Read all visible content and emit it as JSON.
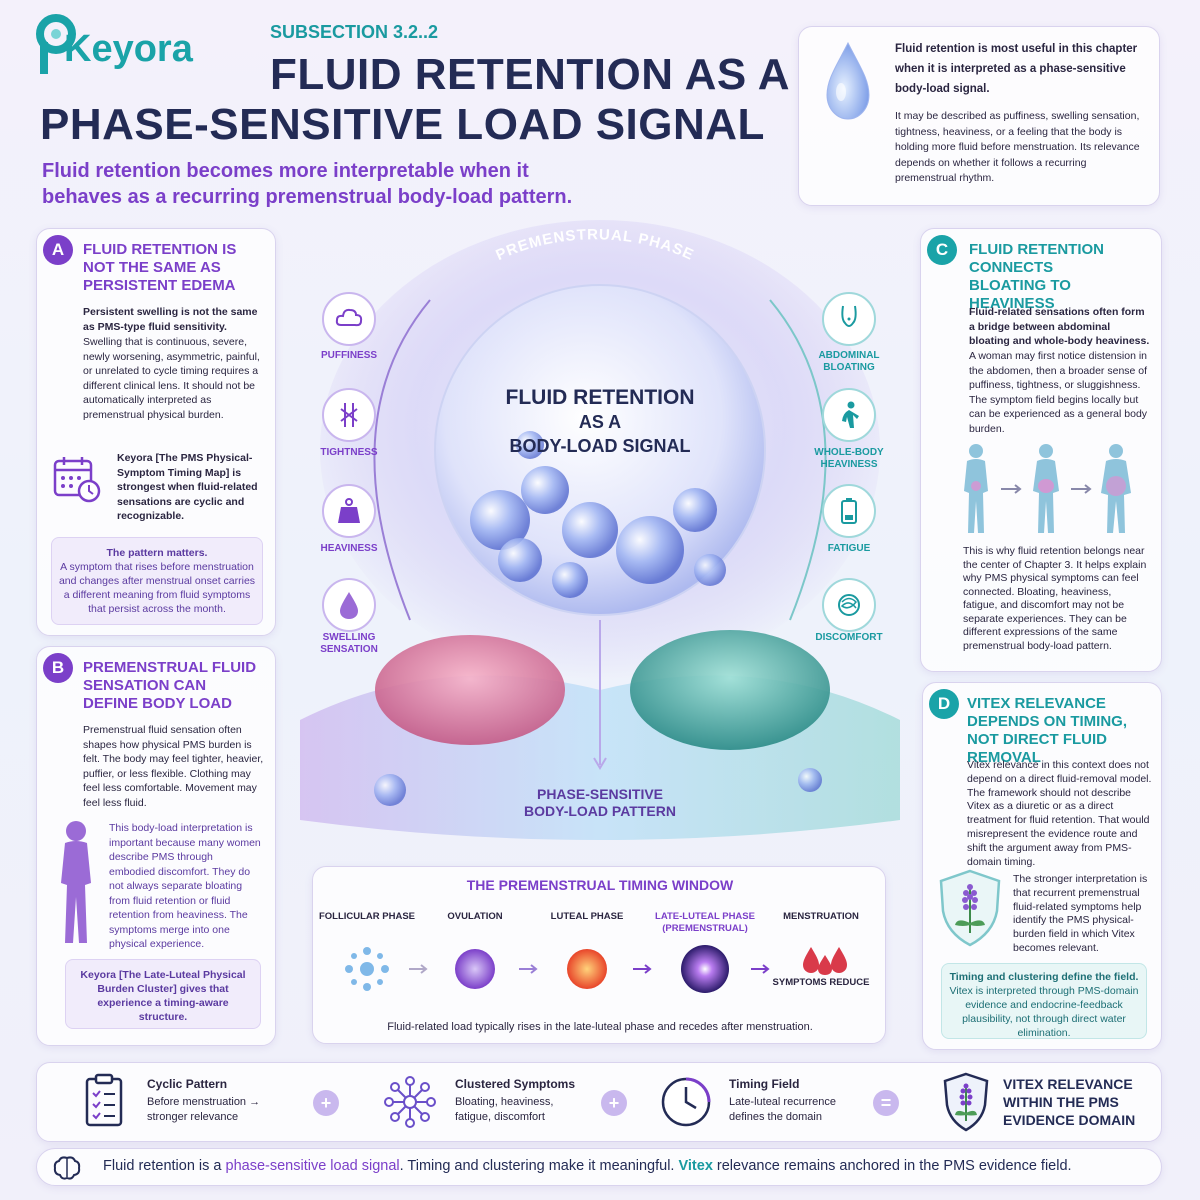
{
  "brand": {
    "name": "Keyora"
  },
  "header": {
    "subsection": "SUBSECTION 3.2..2",
    "title_line1": "FLUID RETENTION AS A",
    "title_line2": "PHASE-SENSITIVE LOAD SIGNAL",
    "subtitle_line1": "Fluid retention becomes more interpretable when it",
    "subtitle_line2": "behaves as a recurring premenstrual body-load pattern."
  },
  "intro": {
    "lead": "Fluid retention is most useful in this chapter when it is interpreted as a phase-sensitive body-load signal.",
    "text": "It may be described as puffiness, swelling sensation, tightness, heaviness, or a feeling that the body is holding more fluid before menstruation. Its relevance depends on whether it follows a recurring premenstrual rhythm."
  },
  "section_a": {
    "letter": "A",
    "title": "FLUID RETENTION IS NOT THE SAME AS PERSISTENT EDEMA",
    "lead": "Persistent swelling is not the same as PMS-type fluid sensitivity.",
    "text": "Swelling that is continuous, severe, newly worsening, asymmetric, painful, or unrelated to cycle timing requires a different clinical lens. It should not be automatically interpreted as premenstrual physical burden.",
    "map_text": "Keyora [The PMS Physical-Symptom Timing Map] is strongest when fluid-related sensations are cyclic and recognizable.",
    "note_lead": "The pattern matters.",
    "note_text": "A symptom that rises before menstruation and changes after menstrual onset carries a different meaning from fluid symptoms that persist across the month."
  },
  "section_b": {
    "letter": "B",
    "title": "PREMENSTRUAL FLUID SENSATION CAN DEFINE BODY LOAD",
    "text": "Premenstrual fluid sensation often shapes how physical PMS burden is felt. The body may feel tighter, heavier, puffier, or less flexible. Clothing may feel less comfortable. Movement may feel less fluid.",
    "body_text": "This body-load interpretation is important because many women describe PMS through embodied discomfort. They do not always separate bloating from fluid retention or fluid retention from heaviness. The symptoms merge into one physical experience.",
    "note_text": "Keyora [The Late-Luteal Physical Burden Cluster] gives that experience a timing-aware structure."
  },
  "section_c": {
    "letter": "C",
    "title": "FLUID RETENTION CONNECTS BLOATING TO HEAVINESS",
    "lead": "Fluid-related sensations often form a bridge between abdominal bloating and whole-body heaviness.",
    "text": "A woman may first notice distension in the abdomen, then a broader sense of puffiness, tightness, or sluggishness. The symptom field begins locally but can be experienced as a general body burden.",
    "text2": "This is why fluid retention belongs near the center of Chapter 3. It helps explain why PMS physical symptoms can feel connected. Bloating, heaviness, fatigue, and discomfort may not be separate experiences. They can be different expressions of the same premenstrual body-load pattern."
  },
  "section_d": {
    "letter": "D",
    "title": "VITEX RELEVANCE DEPENDS ON TIMING, NOT DIRECT FLUID REMOVAL",
    "text": "Vitex relevance in this context does not depend on a direct fluid-removal model. The framework should not describe Vitex as a diuretic or as a direct treatment for fluid retention. That would misrepresent the evidence route and shift the argument away from PMS-domain timing.",
    "text2": "The stronger interpretation is that recurrent premenstrual fluid-related symptoms help identify the PMS physical-burden field in which Vitex becomes relevant.",
    "note_lead": "Timing and clustering define the field.",
    "note_text": "Vitex is interpreted through PMS-domain evidence and endocrine-feedback plausibility, not through direct water elimination."
  },
  "center": {
    "arc_label": "PREMENSTRUAL PHASE",
    "sphere_line1": "FLUID RETENTION",
    "sphere_line2": "AS A",
    "sphere_line3": "BODY-LOAD SIGNAL",
    "bottom_line1": "PHASE-SENSITIVE",
    "bottom_line2": "BODY-LOAD PATTERN",
    "left_symptoms": [
      "PUFFINESS",
      "TIGHTNESS",
      "HEAVINESS",
      "SWELLING SENSATION"
    ],
    "right_symptoms": [
      "ABDOMINAL BLOATING",
      "WHOLE-BODY HEAVINESS",
      "FATIGUE",
      "DISCOMFORT"
    ]
  },
  "timing": {
    "title": "THE PREMENSTRUAL TIMING WINDOW",
    "phases": [
      "FOLLICULAR PHASE",
      "OVULATION",
      "LUTEAL PHASE",
      "LATE-LUTEAL PHASE (PREMENSTRUAL)",
      "MENSTRUATION"
    ],
    "symptoms_reduce": "SYMPTOMS REDUCE",
    "caption": "Fluid-related load typically rises in the late-luteal phase and recedes after menstruation."
  },
  "strip": {
    "items": [
      {
        "title": "Cyclic Pattern",
        "text": "Before menstruation → stronger relevance"
      },
      {
        "title": "Clustered Symptoms",
        "text": "Bloating, heaviness, fatigue, discomfort"
      },
      {
        "title": "Timing Field",
        "text": "Late-luteal recurrence defines the domain"
      }
    ],
    "plus": "+",
    "equals": "=",
    "result": "VITEX RELEVANCE WITHIN THE PMS EVIDENCE DOMAIN"
  },
  "footer": {
    "part1": "Fluid retention is a ",
    "part2": "phase-sensitive load signal",
    "part3": ". Timing and clustering make it meaningful. ",
    "part4": "Vitex",
    "part5": " relevance remains anchored in the PMS evidence field."
  },
  "colors": {
    "purple": "#7b3fc9",
    "teal": "#1aa3a8",
    "navy": "#232b55"
  }
}
